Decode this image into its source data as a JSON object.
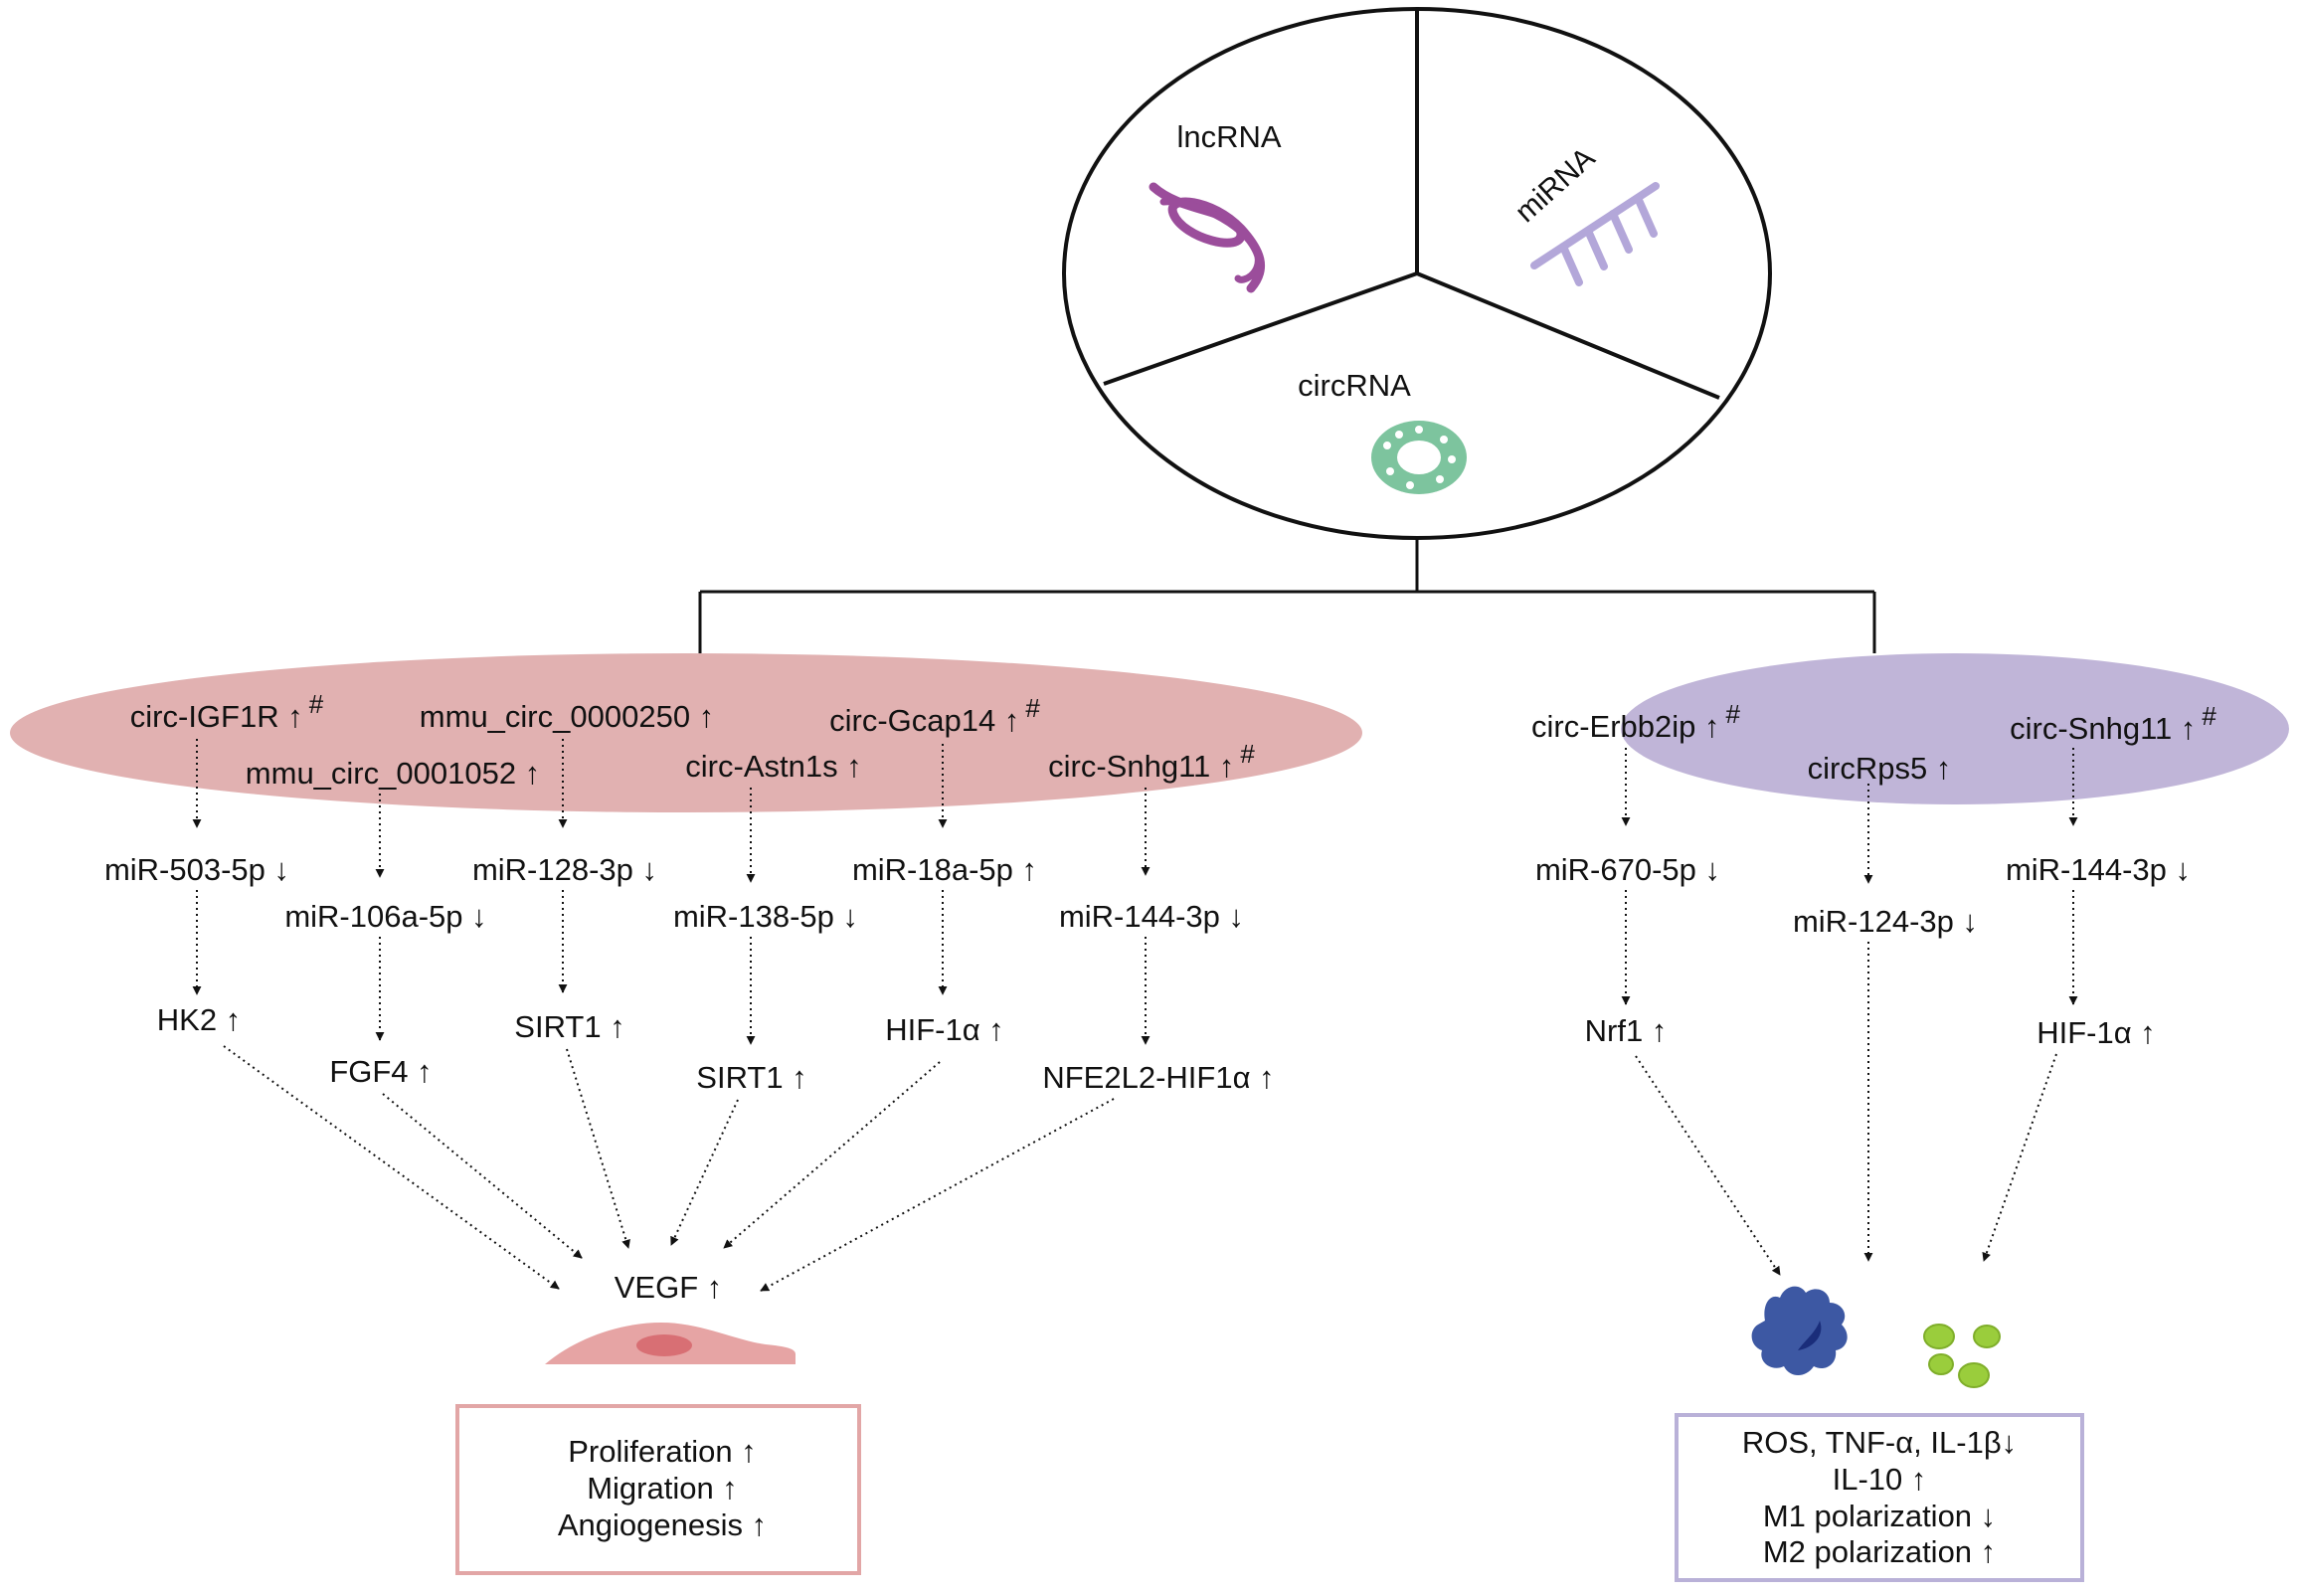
{
  "circle": {
    "lncrna_label": "lncRNA",
    "mirna_label": "miRNA",
    "circrna_label": "circRNA"
  },
  "colors": {
    "left_ellipse": "#e1b1b1",
    "right_ellipse": "#c0b5d8",
    "lncrna_strand": "#9b4d9b",
    "mirna_icon": "#b3a7d9",
    "circrna_icon": "#7dc49e",
    "cell": "#e6a4a4",
    "macrophage": "#3d58a3",
    "green_dots": "#9acd3c",
    "left_box_border": "#e2a6a6",
    "right_box_border": "#b9b1d8"
  },
  "left": {
    "circs": [
      {
        "name": "circ-IGF1R",
        "arrow": "↑",
        "mark": "#"
      },
      {
        "name": "mmu_circ_0000250",
        "arrow": "↑",
        "mark": ""
      },
      {
        "name": "circ-Gcap14",
        "arrow": "↑",
        "mark": "#"
      },
      {
        "name": "mmu_circ_0001052",
        "arrow": "↑",
        "mark": ""
      },
      {
        "name": "circ-Astn1s",
        "arrow": "↑",
        "mark": ""
      },
      {
        "name": "circ-Snhg11",
        "arrow": "↑",
        "mark": "#"
      }
    ],
    "mirs": [
      {
        "name": "miR-503-5p",
        "arrow": "↓"
      },
      {
        "name": "miR-106a-5p",
        "arrow": "↓"
      },
      {
        "name": "miR-128-3p",
        "arrow": "↓"
      },
      {
        "name": "miR-138-5p",
        "arrow": "↓"
      },
      {
        "name": "miR-18a-5p",
        "arrow": "↑"
      },
      {
        "name": "miR-144-3p",
        "arrow": "↓"
      }
    ],
    "targets": [
      {
        "name": "HK2",
        "arrow": "↑"
      },
      {
        "name": "FGF4",
        "arrow": "↑"
      },
      {
        "name": "SIRT1",
        "arrow": "↑"
      },
      {
        "name": "SIRT1",
        "arrow": "↑"
      },
      {
        "name": "HIF-1α",
        "arrow": "↑"
      },
      {
        "name": "NFE2L2-HIF1α",
        "arrow": "↑"
      }
    ],
    "vegf": "VEGF ↑",
    "outcomes": [
      "Proliferation ↑",
      "Migration ↑",
      "Angiogenesis ↑"
    ]
  },
  "right": {
    "circs": [
      {
        "name": "circ-Erbb2ip",
        "arrow": "↑",
        "mark": "#"
      },
      {
        "name": "circRps5",
        "arrow": "↑",
        "mark": ""
      },
      {
        "name": "circ-Snhg11",
        "arrow": "↑",
        "mark": "#"
      }
    ],
    "mirs": [
      {
        "name": "miR-670-5p",
        "arrow": "↓"
      },
      {
        "name": "miR-124-3p",
        "arrow": "↓"
      },
      {
        "name": "miR-144-3p",
        "arrow": "↓"
      }
    ],
    "targets": [
      {
        "name": "Nrf1",
        "arrow": "↑"
      },
      {
        "name": "HIF-1α",
        "arrow": "↑"
      }
    ],
    "outcomes": [
      "ROS, TNF-α, IL-1β↓",
      "IL-10 ↑",
      "M1 polarization ↓",
      "M2 polarization ↑"
    ]
  }
}
